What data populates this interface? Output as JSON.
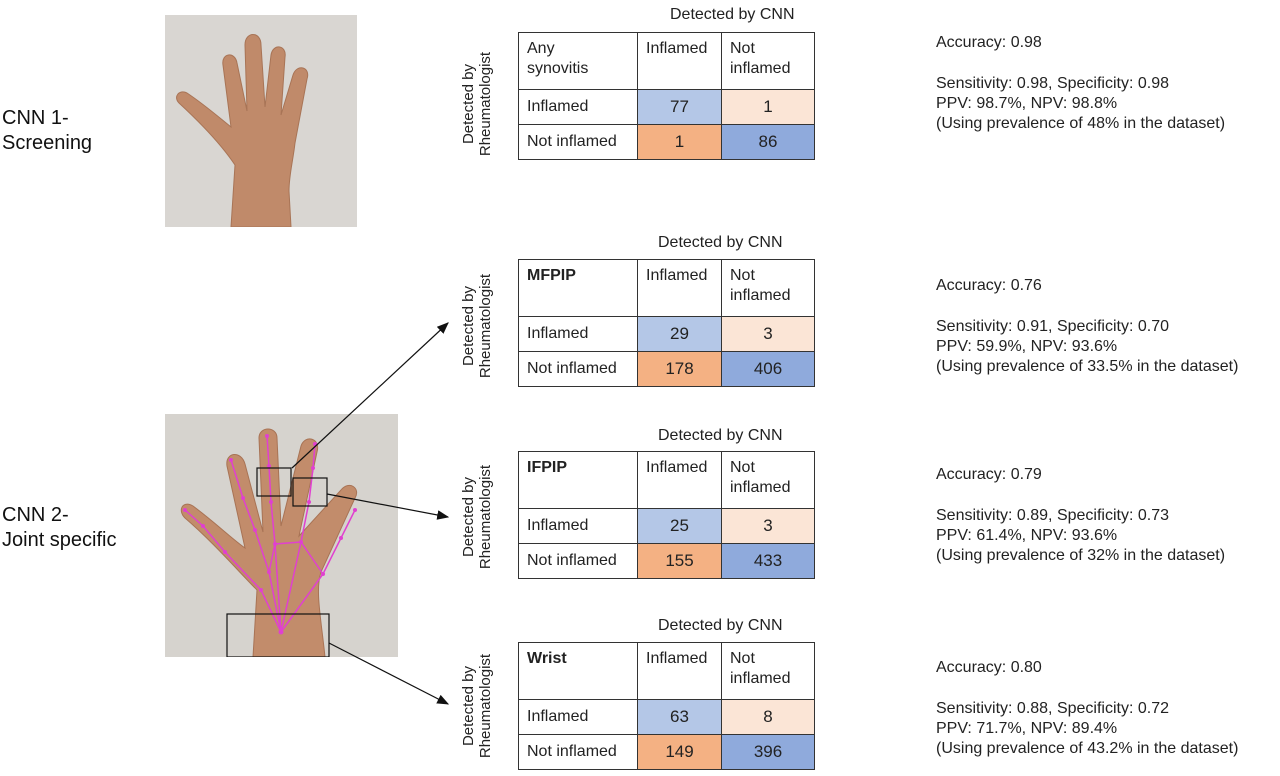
{
  "stages": [
    {
      "line1": "CNN 1-",
      "line2": "Screening"
    },
    {
      "line1": "CNN 2-",
      "line2": "Joint specific"
    }
  ],
  "col_axis_label": "Detected by CNN",
  "row_axis_label_1": "Detected by",
  "row_axis_label_2": "Rheumatologist",
  "header_inflamed": "Inflamed",
  "header_not_inflamed_1": "Not",
  "header_not_inflamed_2": "inflamed",
  "row_inflamed": "Inflamed",
  "row_not_inflamed": "Not inflamed",
  "matrices": [
    {
      "corner_1": "Any",
      "corner_2": "synovitis",
      "values": {
        "tp": "77",
        "fn": "1",
        "fp": "1",
        "tn": "86"
      },
      "accuracy": "Accuracy: 0.98",
      "sens_spec": "Sensitivity:  0.98, Specificity: 0.98",
      "ppv_npv": "PPV: 98.7%, NPV: 98.8%",
      "prevalence": "(Using prevalence of 48% in the dataset)"
    },
    {
      "corner_1": "MFPIP",
      "corner_2": "",
      "values": {
        "tp": "29",
        "fn": "3",
        "fp": "178",
        "tn": "406"
      },
      "accuracy": "Accuracy: 0.76",
      "sens_spec": "Sensitivity:  0.91, Specificity: 0.70",
      "ppv_npv": "PPV: 59.9%, NPV: 93.6%",
      "prevalence": "(Using prevalence of 33.5% in the dataset)"
    },
    {
      "corner_1": "IFPIP",
      "corner_2": "",
      "values": {
        "tp": "25",
        "fn": "3",
        "fp": "155",
        "tn": "433"
      },
      "accuracy": "Accuracy: 0.79",
      "sens_spec": "Sensitivity:  0.89, Specificity: 0.73",
      "ppv_npv": "PPV: 61.4%, NPV: 93.6%",
      "prevalence": "(Using prevalence of 32% in the dataset)"
    },
    {
      "corner_1": "Wrist",
      "corner_2": "",
      "values": {
        "tp": "63",
        "fn": "8",
        "fp": "149",
        "tn": "396"
      },
      "accuracy": "Accuracy: 0.80",
      "sens_spec": "Sensitivity:  0.88, Specificity: 0.72",
      "ppv_npv": "PPV: 71.7%, NPV: 89.4%",
      "prevalence": "(Using prevalence of 43.2% in the dataset)"
    }
  ],
  "cell_colors": {
    "true_positive": "#b4c7e7",
    "false_negative": "#fbe5d6",
    "false_positive": "#f4b183",
    "true_negative": "#8faadc",
    "landmark_overlay": "#e040d0"
  }
}
